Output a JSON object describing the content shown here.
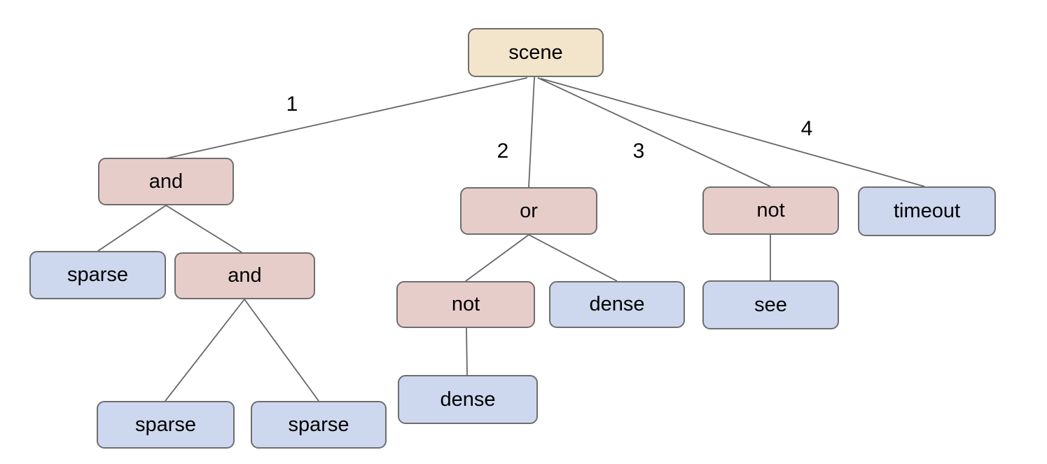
{
  "diagram": {
    "type": "tree",
    "colors": {
      "background": "#ffffff",
      "root_fill": "#f3e5cb",
      "operator_fill": "#e7cdca",
      "leaf_fill": "#cdd8ee",
      "border": "#6e6e6e",
      "edge": "#666666",
      "text": "#000000"
    },
    "tree": {
      "label": "scene",
      "kind": "root",
      "children": [
        {
          "edge_label": "1",
          "label": "and",
          "kind": "operator",
          "children": [
            {
              "label": "sparse",
              "kind": "leaf",
              "children": []
            },
            {
              "label": "and",
              "kind": "operator",
              "children": [
                {
                  "label": "sparse",
                  "kind": "leaf",
                  "children": []
                },
                {
                  "label": "sparse",
                  "kind": "leaf",
                  "children": []
                }
              ]
            }
          ]
        },
        {
          "edge_label": "2",
          "label": "or",
          "kind": "operator",
          "children": [
            {
              "label": "not",
              "kind": "operator",
              "children": [
                {
                  "label": "dense",
                  "kind": "leaf",
                  "children": []
                }
              ]
            },
            {
              "label": "dense",
              "kind": "leaf",
              "children": []
            }
          ]
        },
        {
          "edge_label": "3",
          "label": "not",
          "kind": "operator",
          "children": [
            {
              "label": "see",
              "kind": "leaf",
              "children": []
            }
          ]
        },
        {
          "edge_label": "4",
          "label": "timeout",
          "kind": "leaf",
          "children": []
        }
      ]
    }
  }
}
